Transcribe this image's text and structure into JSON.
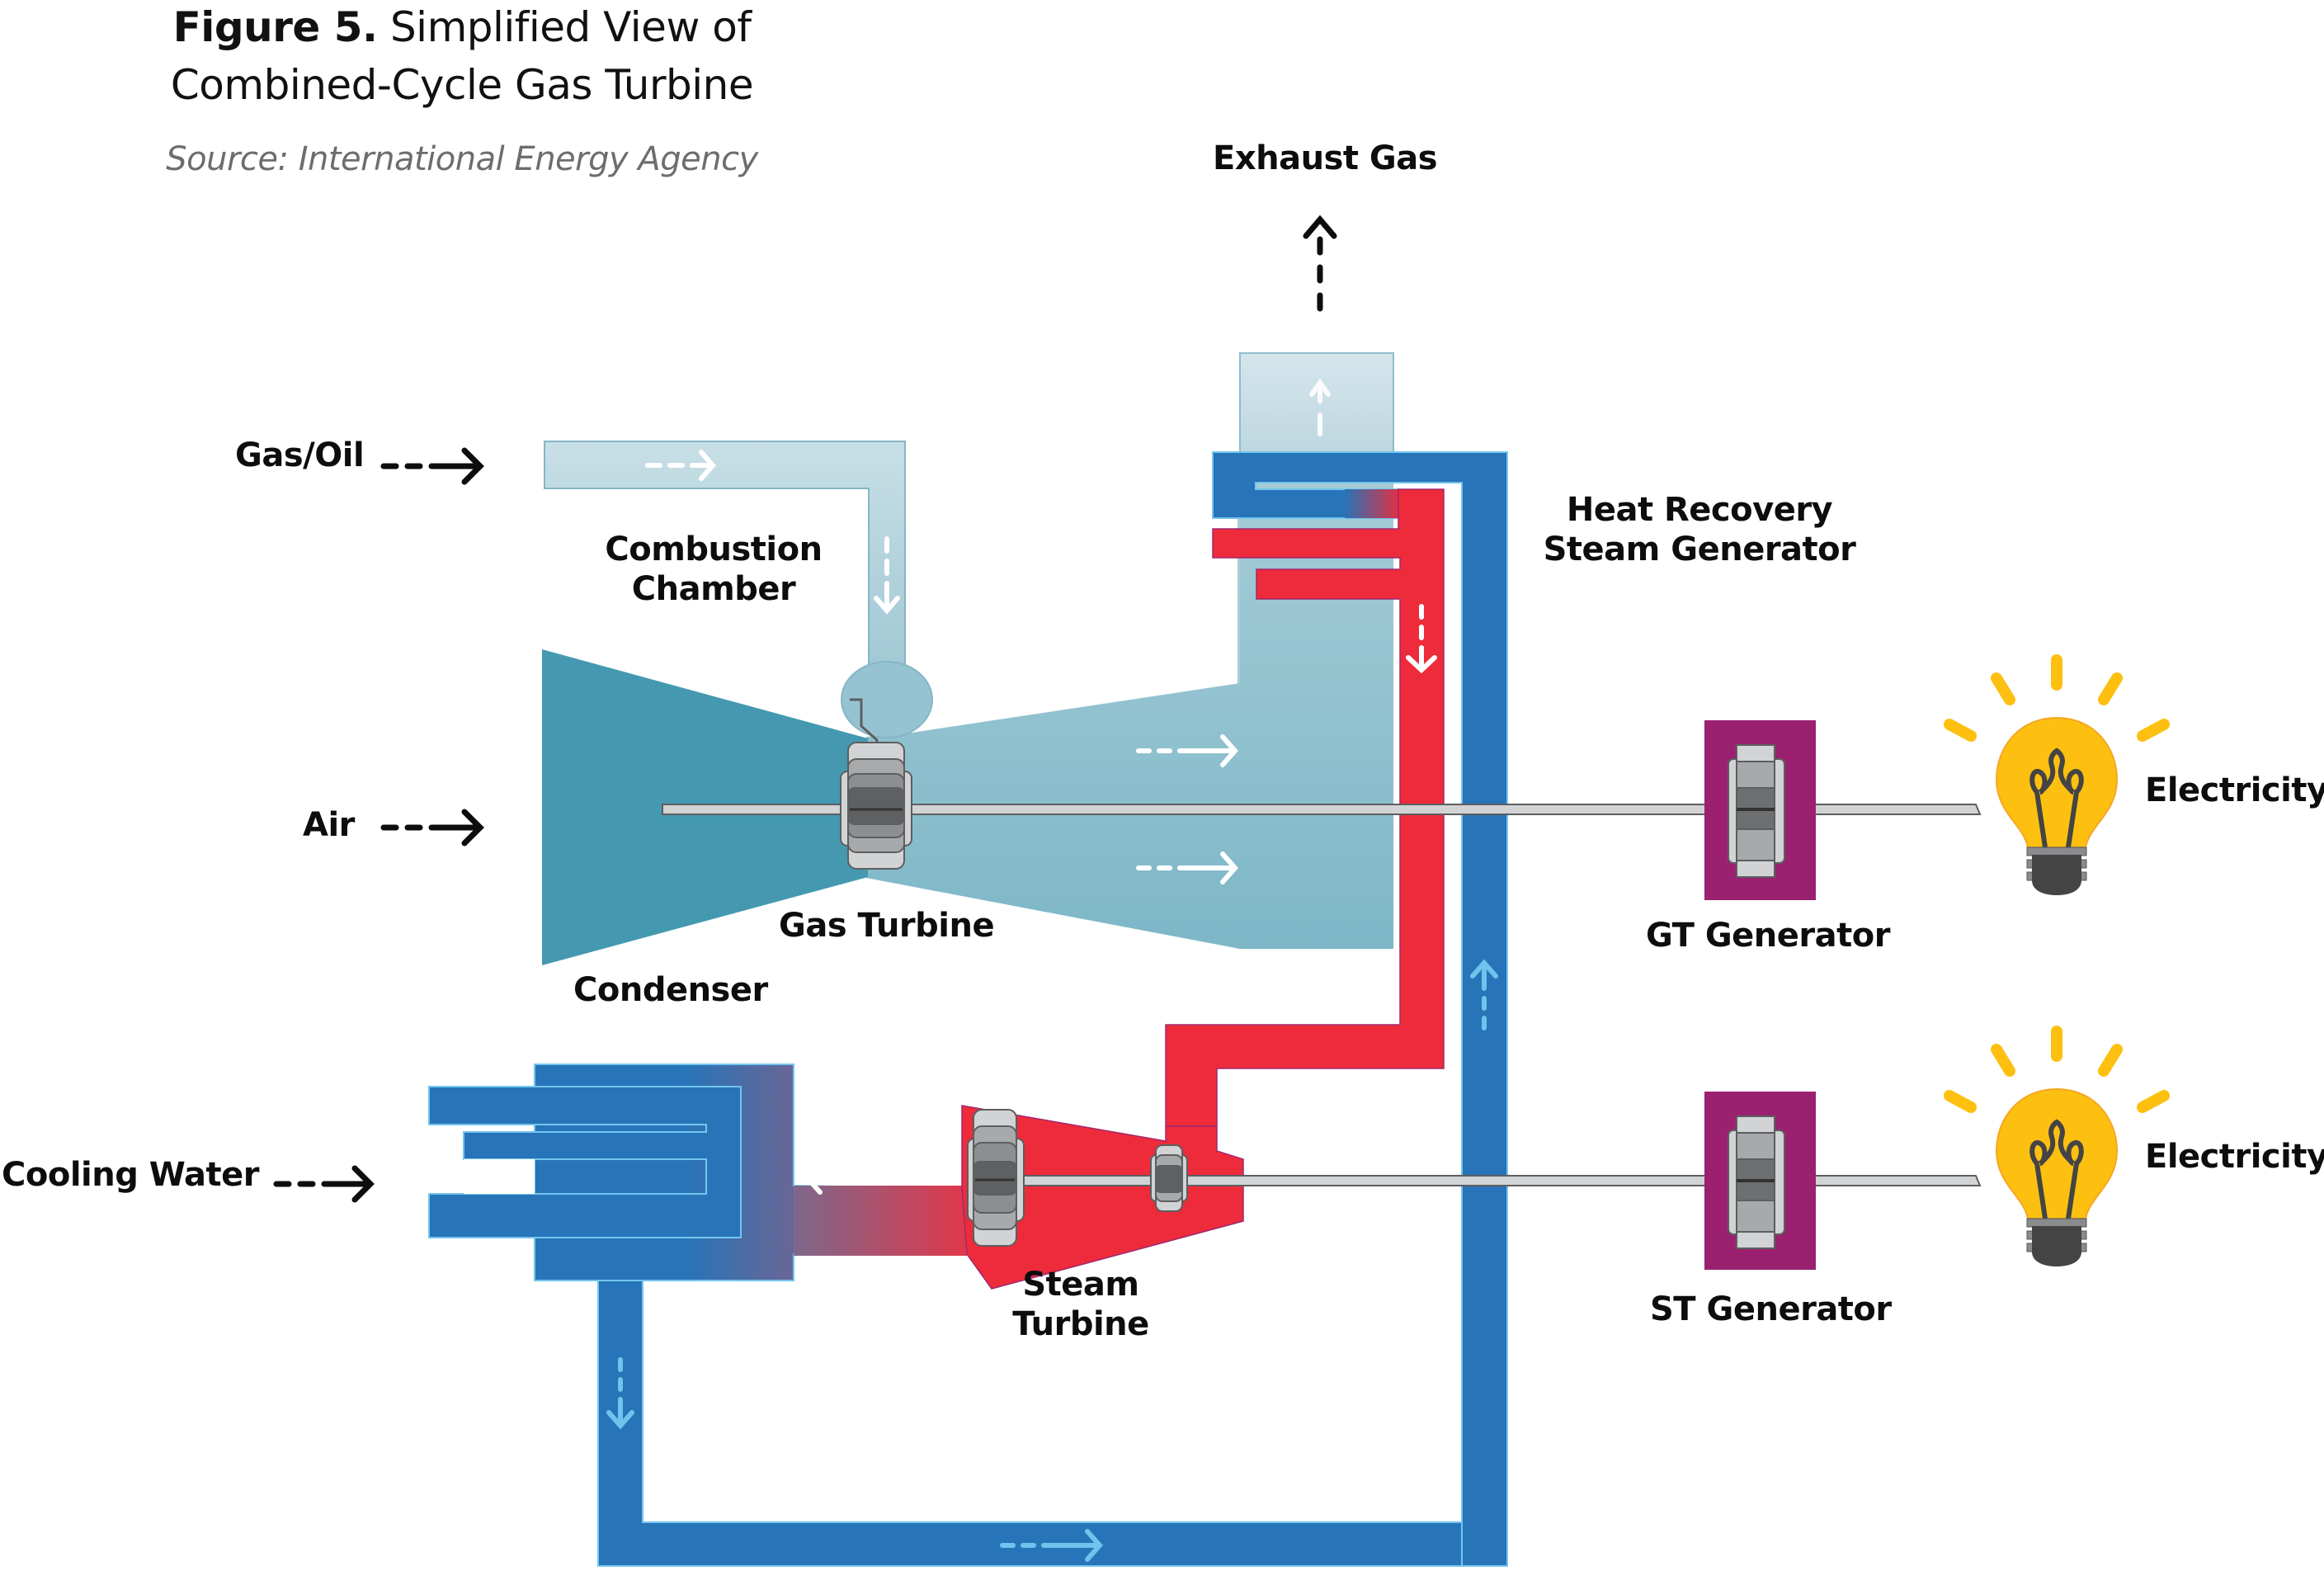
{
  "figure": {
    "number_label": "Figure 5.",
    "title_part1": "Simplified View of",
    "title_part2": "Combined-Cycle Gas Turbine",
    "source": "Source: International Energy Agency"
  },
  "labels": {
    "exhaust_gas": "Exhaust Gas",
    "gas_oil": "Gas/Oil",
    "air": "Air",
    "cooling_water": "Cooling Water",
    "combustion_chamber_line1": "Combustion",
    "combustion_chamber_line2": "Chamber",
    "heat_recovery_line1": "Heat Recovery",
    "heat_recovery_line2": "Steam Generator",
    "gas_turbine": "Gas Turbine",
    "condenser": "Condenser",
    "steam_turbine_line1": "Steam",
    "steam_turbine_line2": "Turbine",
    "gt_generator": "GT Generator",
    "st_generator": "ST Generator",
    "electricity_top": "Electricity",
    "electricity_bottom": "Electricity"
  },
  "icons": {
    "flow_arrow": "dashed-arrow",
    "light_bulb": "light-bulb",
    "rotor": "turbine-rotor",
    "generator": "generator-block"
  },
  "colors": {
    "compressor": "#4499b1",
    "gas_duct": "#84bccb",
    "fuel_duct": "#c2dce4",
    "exhaust_stack": "#cfe1e8",
    "water_blue": "#2874b8",
    "water_outline": "#73c6ee",
    "steam_red": "#ee2b3b",
    "generator_purple": "#9b2170",
    "bulb_yellow": "#fdc010",
    "shaft_gray": "#d2d3d5",
    "flow_arrow_light": "#6fc3ec"
  }
}
